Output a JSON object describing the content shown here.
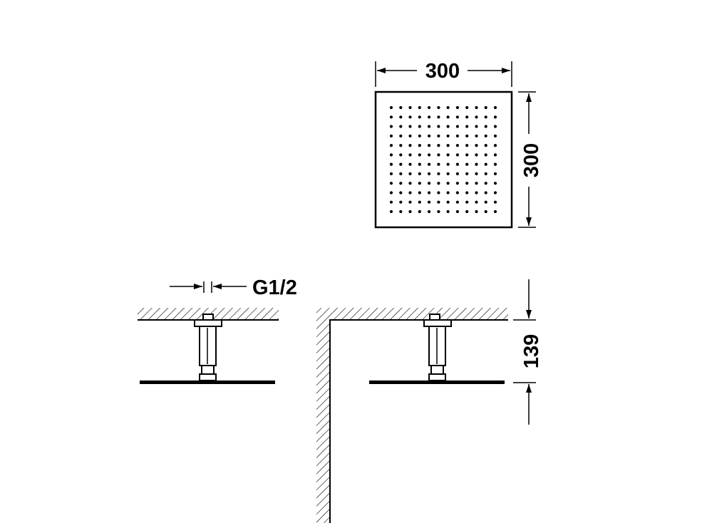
{
  "dimensions": {
    "top_width": "300",
    "top_height": "300",
    "thread": "G1/2",
    "arm_drop": "139"
  },
  "nozzle_grid": {
    "rows": 12,
    "cols": 12
  },
  "colors": {
    "line": "#000000",
    "background": "#ffffff"
  }
}
